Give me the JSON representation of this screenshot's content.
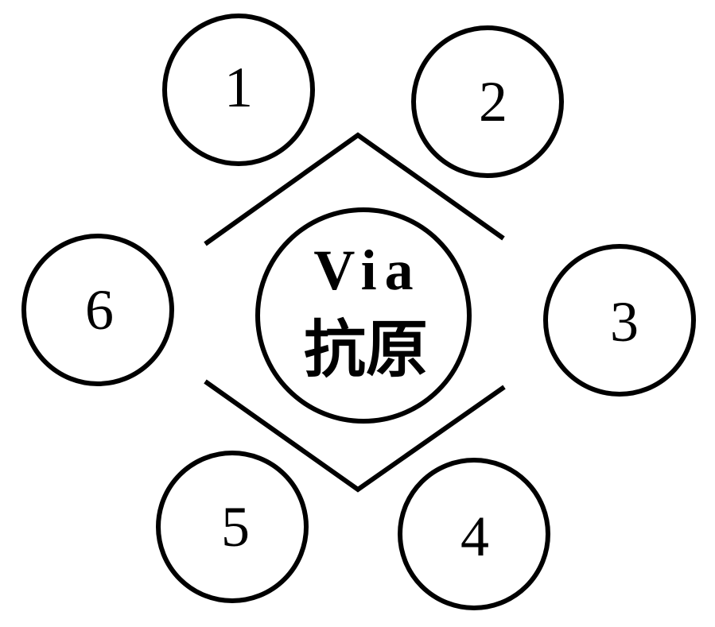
{
  "diagram": {
    "center": {
      "line1": "Via",
      "line2": "抗原"
    },
    "nodes": [
      {
        "label": "1"
      },
      {
        "label": "2"
      },
      {
        "label": "3"
      },
      {
        "label": "4"
      },
      {
        "label": "5"
      },
      {
        "label": "6"
      }
    ]
  },
  "colors": {
    "stroke": "#000000",
    "background": "#ffffff"
  }
}
